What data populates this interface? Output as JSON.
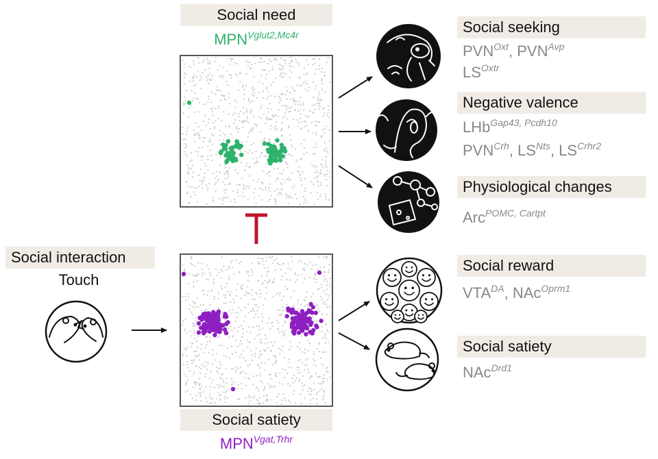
{
  "colors": {
    "need": "#2db36b",
    "satiety": "#8e1fc1",
    "inhibit": "#c0152f",
    "label_bg": "#f0ece5",
    "gene_text": "#888888",
    "cells_grey": "#c9c9c9"
  },
  "icons": [
    "rat-sniffing-icon",
    "ghost-face-icon",
    "molecule-cheese-icon",
    "smiley-crowd-icon",
    "two-rats-icon",
    "touching-rats-icon"
  ],
  "left": {
    "interaction": "Social interaction",
    "touch": "Touch"
  },
  "center": {
    "top_title": "Social need",
    "top_gene": {
      "base": "MPN",
      "sup": "Vglut2,Mc4r"
    },
    "bottom_title": "Social satiety",
    "bottom_gene": {
      "base": "MPN",
      "sup": "Vgat,Trhr"
    }
  },
  "right": {
    "seeking": {
      "title": "Social seeking",
      "line1": [
        {
          "base": "PVN",
          "sup": "Oxt"
        },
        {
          "base": ", PVN",
          "sup": "Avp"
        }
      ],
      "line2": [
        {
          "base": "LS",
          "sup": "Oxtr"
        }
      ]
    },
    "negative": {
      "title": "Negative valence",
      "line1": [
        {
          "base": "LHb",
          "sup": "Gap43, Pcdh10"
        }
      ],
      "line2": [
        {
          "base": "PVN",
          "sup": "Crh"
        },
        {
          "base": ", LS",
          "sup": "Nts"
        },
        {
          "base": ", LS",
          "sup": "Crhr2"
        }
      ]
    },
    "physio": {
      "title": "Physiological changes",
      "line1": [
        {
          "base": "Arc",
          "sup": "POMC, Cartpt"
        }
      ]
    },
    "reward": {
      "title": "Social reward",
      "line1": [
        {
          "base": "VTA",
          "sup": "DA"
        },
        {
          "base": ", NAc",
          "sup": "Oprm1"
        }
      ]
    },
    "satiety": {
      "title": "Social satiety",
      "line1": [
        {
          "base": "NAc",
          "sup": "Drd1"
        }
      ]
    }
  }
}
